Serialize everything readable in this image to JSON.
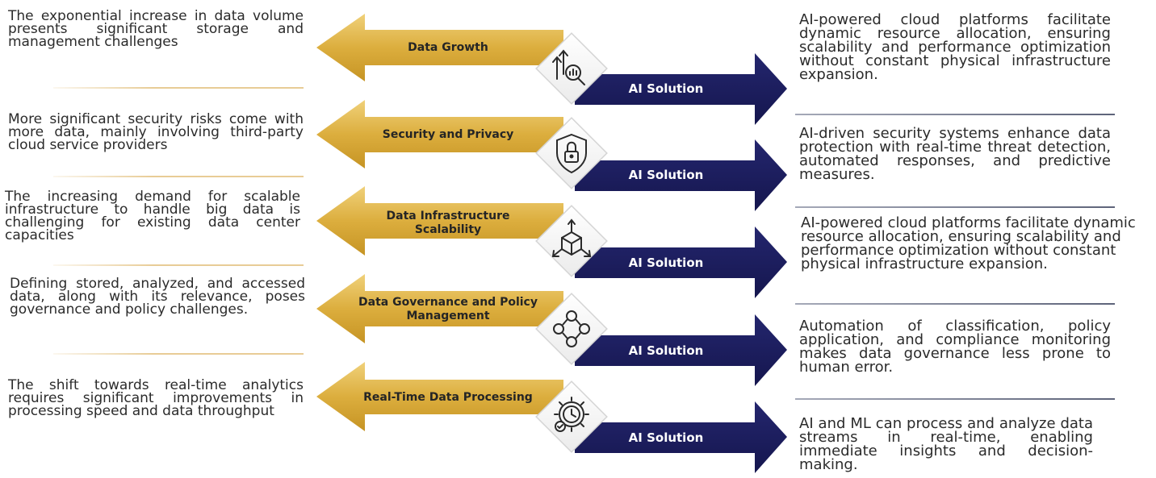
{
  "rows": [
    {
      "challenge": "The exponential increase in data volume presents significant storage and management challenges",
      "title": "Data Growth",
      "solution_label": "AI Solution",
      "solution": "AI-powered cloud platforms facilitate dynamic resource allocation, ensuring scalability and performance optimization without constant physical infrastructure expansion.",
      "icon": "growth-chart-magnifier-icon"
    },
    {
      "challenge": "More significant security risks come with more data, mainly involving third-party cloud service providers",
      "title": "Security and Privacy",
      "solution_label": "AI Solution",
      "solution": "AI-driven security systems enhance data protection with real-time threat detection, automated responses, and predictive measures.",
      "icon": "shield-lock-icon"
    },
    {
      "challenge": "The increasing demand for scalable infrastructure to handle big data is challenging for existing data center capacities",
      "title": "Data Infrastructure Scalability",
      "solution_label": "AI Solution",
      "solution": "AI-powered cloud platforms facilitate dynamic resource allocation, ensuring scalability and performance optimization without constant physical infrastructure expansion.",
      "icon": "cube-arrows-icon"
    },
    {
      "challenge": "Defining stored, analyzed, and accessed data, along with its relevance, poses governance and policy challenges.",
      "title": "Data Governance and Policy Management",
      "solution_label": "AI Solution",
      "solution": "Automation of classification, policy application, and compliance monitoring makes data governance less prone to human error.",
      "icon": "governance-cycle-icon"
    },
    {
      "challenge": "The shift towards real-time analytics requires significant improvements in processing speed and data throughput",
      "title": "Real-Time Data Processing",
      "solution_label": "AI Solution",
      "solution": "AI and ML can process and analyze data streams in real-time, enabling immediate insights and decision-making.",
      "icon": "gear-clock-icon"
    }
  ],
  "colors": {
    "gold": "#d9a836",
    "gold_light": "#f1d68a",
    "navy": "#1c1d5e",
    "text": "#2b2b2b"
  }
}
